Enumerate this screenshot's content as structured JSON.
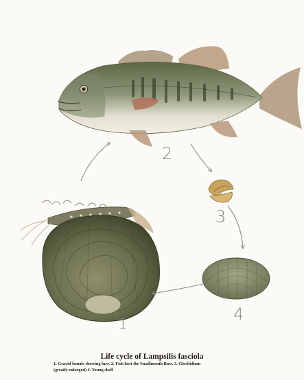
{
  "figure": {
    "stage_numbers": [
      "1",
      "2",
      "3",
      "4"
    ],
    "caption": {
      "title": "Life cycle of Lampsilis fasciola",
      "line1": "1. Gravid female showing lure.   2. Fish host the Smallmouth Bass.   3. Glochidium",
      "line2": "(greatly enlarged)  4. Young shell"
    }
  },
  "colors": {
    "fish_back": "#6f7754",
    "fish_belly": "#ece9dc",
    "fish_bars": "#3b3f2a",
    "fin": "#b7987a",
    "cheek_patch": "#b0705b",
    "mussel_shell": "#6d7350",
    "mussel_dark": "#3f4228",
    "mussel_umbo": "#c7c3a6",
    "young_shell": "#899071",
    "glochidium": "#c9a35c",
    "arrow": "#8e8b88",
    "number": "#8a8782"
  }
}
